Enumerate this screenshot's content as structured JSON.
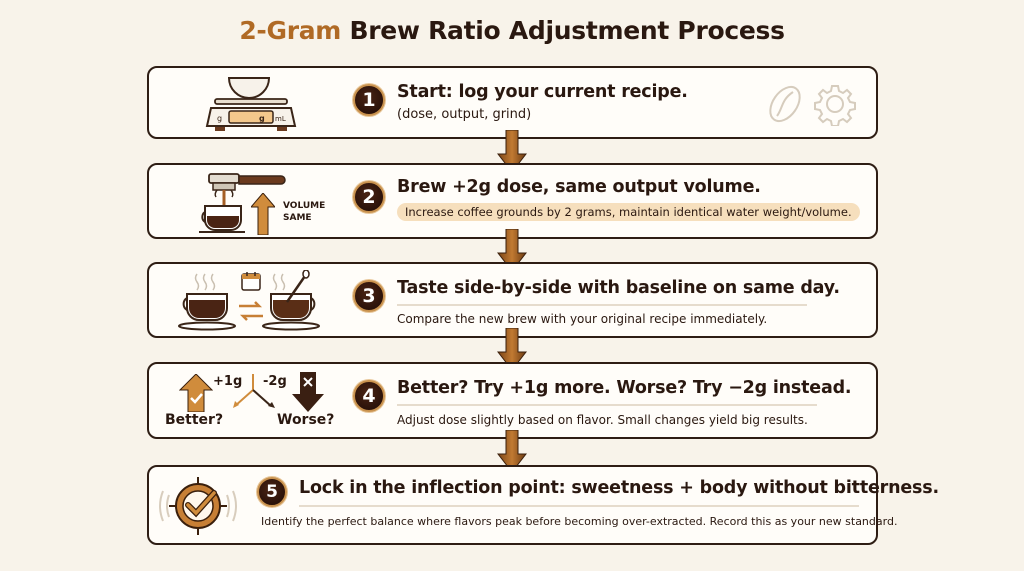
{
  "title": {
    "accent": "2-Gram",
    "rest": " Brew Ratio Adjustment Process"
  },
  "colors": {
    "background": "#f8f3ea",
    "card_border": "#2e1d14",
    "accent": "#b06a25",
    "badge": "#2b120a",
    "pill": "#f6dfbd"
  },
  "steps": [
    {
      "number": "1",
      "heading": "Start: log your current recipe.",
      "detail": "(dose, output, grind)",
      "icons": [
        "scale-icon",
        "coffee-bean-icon",
        "gear-icon"
      ],
      "scale": {
        "left_unit": "g",
        "display_unit": "g",
        "right_unit": "mL"
      }
    },
    {
      "number": "2",
      "heading": "Brew +2g dose, same output volume.",
      "detail": "Increase coffee grounds by 2 grams, maintain identical water weight/volume.",
      "icons": [
        "espresso-portafilter-icon",
        "arrow-up-icon"
      ],
      "volume_label_1": "VOLUME",
      "volume_label_2": "SAME"
    },
    {
      "number": "3",
      "heading": "Taste side-by-side with baseline on same day.",
      "detail": "Compare the new brew with your original recipe immediately.",
      "icons": [
        "coffee-cup-icon",
        "calendar-icon",
        "swap-arrows-icon",
        "coffee-cup-spoon-icon"
      ]
    },
    {
      "number": "4",
      "heading": "Better? Try +1g more. Worse? Try −2g instead.",
      "detail": "Adjust dose slightly based on flavor. Small changes yield big results.",
      "icons": [
        "arrow-up-check-icon",
        "fork-arrows-icon",
        "arrow-down-x-icon"
      ],
      "plus_label": "+1g",
      "minus_label": "-2g",
      "better_label": "Better?",
      "worse_label": "Worse?"
    },
    {
      "number": "5",
      "heading": "Lock in the inflection point: sweetness + body without bitterness.",
      "detail": "Identify the perfect balance where flavors peak before becoming over-extracted. Record this as your new standard.",
      "icons": [
        "target-check-icon"
      ]
    }
  ]
}
